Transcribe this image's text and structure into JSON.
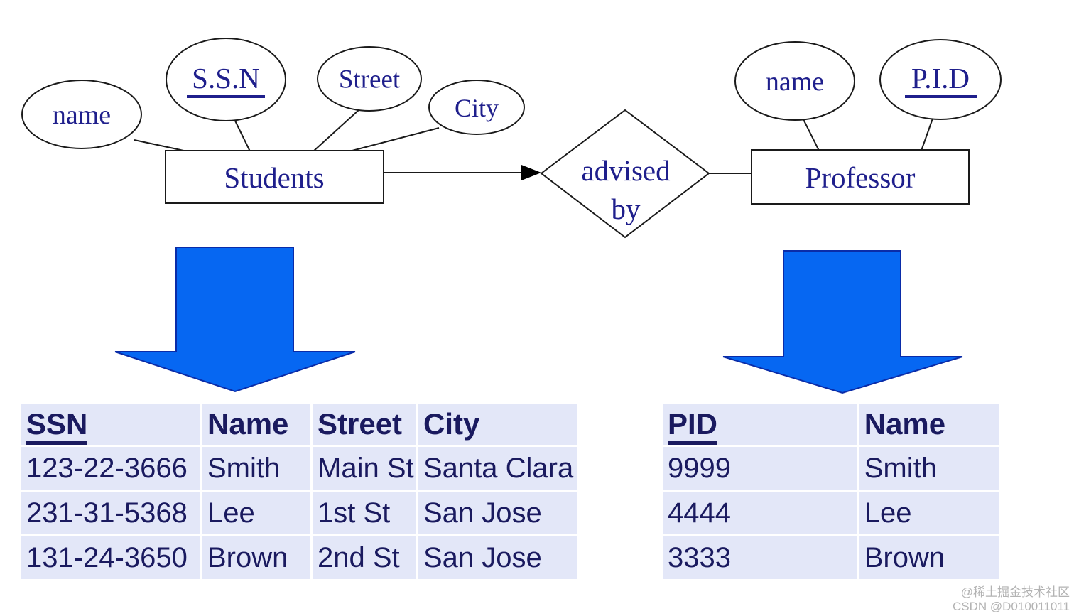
{
  "diagram": {
    "student_entity": "Students",
    "student_attributes": [
      "name",
      "S.S.N",
      "Street",
      "City"
    ],
    "relationship_lines": [
      "advised",
      "by"
    ],
    "professor_entity": "Professor",
    "professor_attributes": [
      "name",
      "P.I.D"
    ]
  },
  "students_table": {
    "headers": [
      "SSN",
      "Name",
      "Street",
      "City"
    ],
    "rows": [
      [
        "123-22-3666",
        "Smith",
        "Main St",
        "Santa Clara"
      ],
      [
        "231-31-5368",
        "Lee",
        "1st St",
        "San Jose"
      ],
      [
        "131-24-3650",
        "Brown",
        "2nd St",
        "San Jose"
      ]
    ]
  },
  "professor_table": {
    "headers": [
      "PID",
      "Name"
    ],
    "rows": [
      [
        "9999",
        "Smith"
      ],
      [
        "4444",
        "Lee"
      ],
      [
        "3333",
        "Brown"
      ]
    ]
  },
  "watermark": {
    "line1": "@稀土掘金技术社区",
    "line2": "CSDN @D010011011"
  },
  "colors": {
    "diagram_text": "#1f1f8c",
    "table_text": "#1a1a5f",
    "cell_background": "#e3e7f8",
    "arrow_fill": "#0667f2",
    "arrow_outline": "#0a2ca8",
    "shape_outline": "#1a1a1a"
  }
}
